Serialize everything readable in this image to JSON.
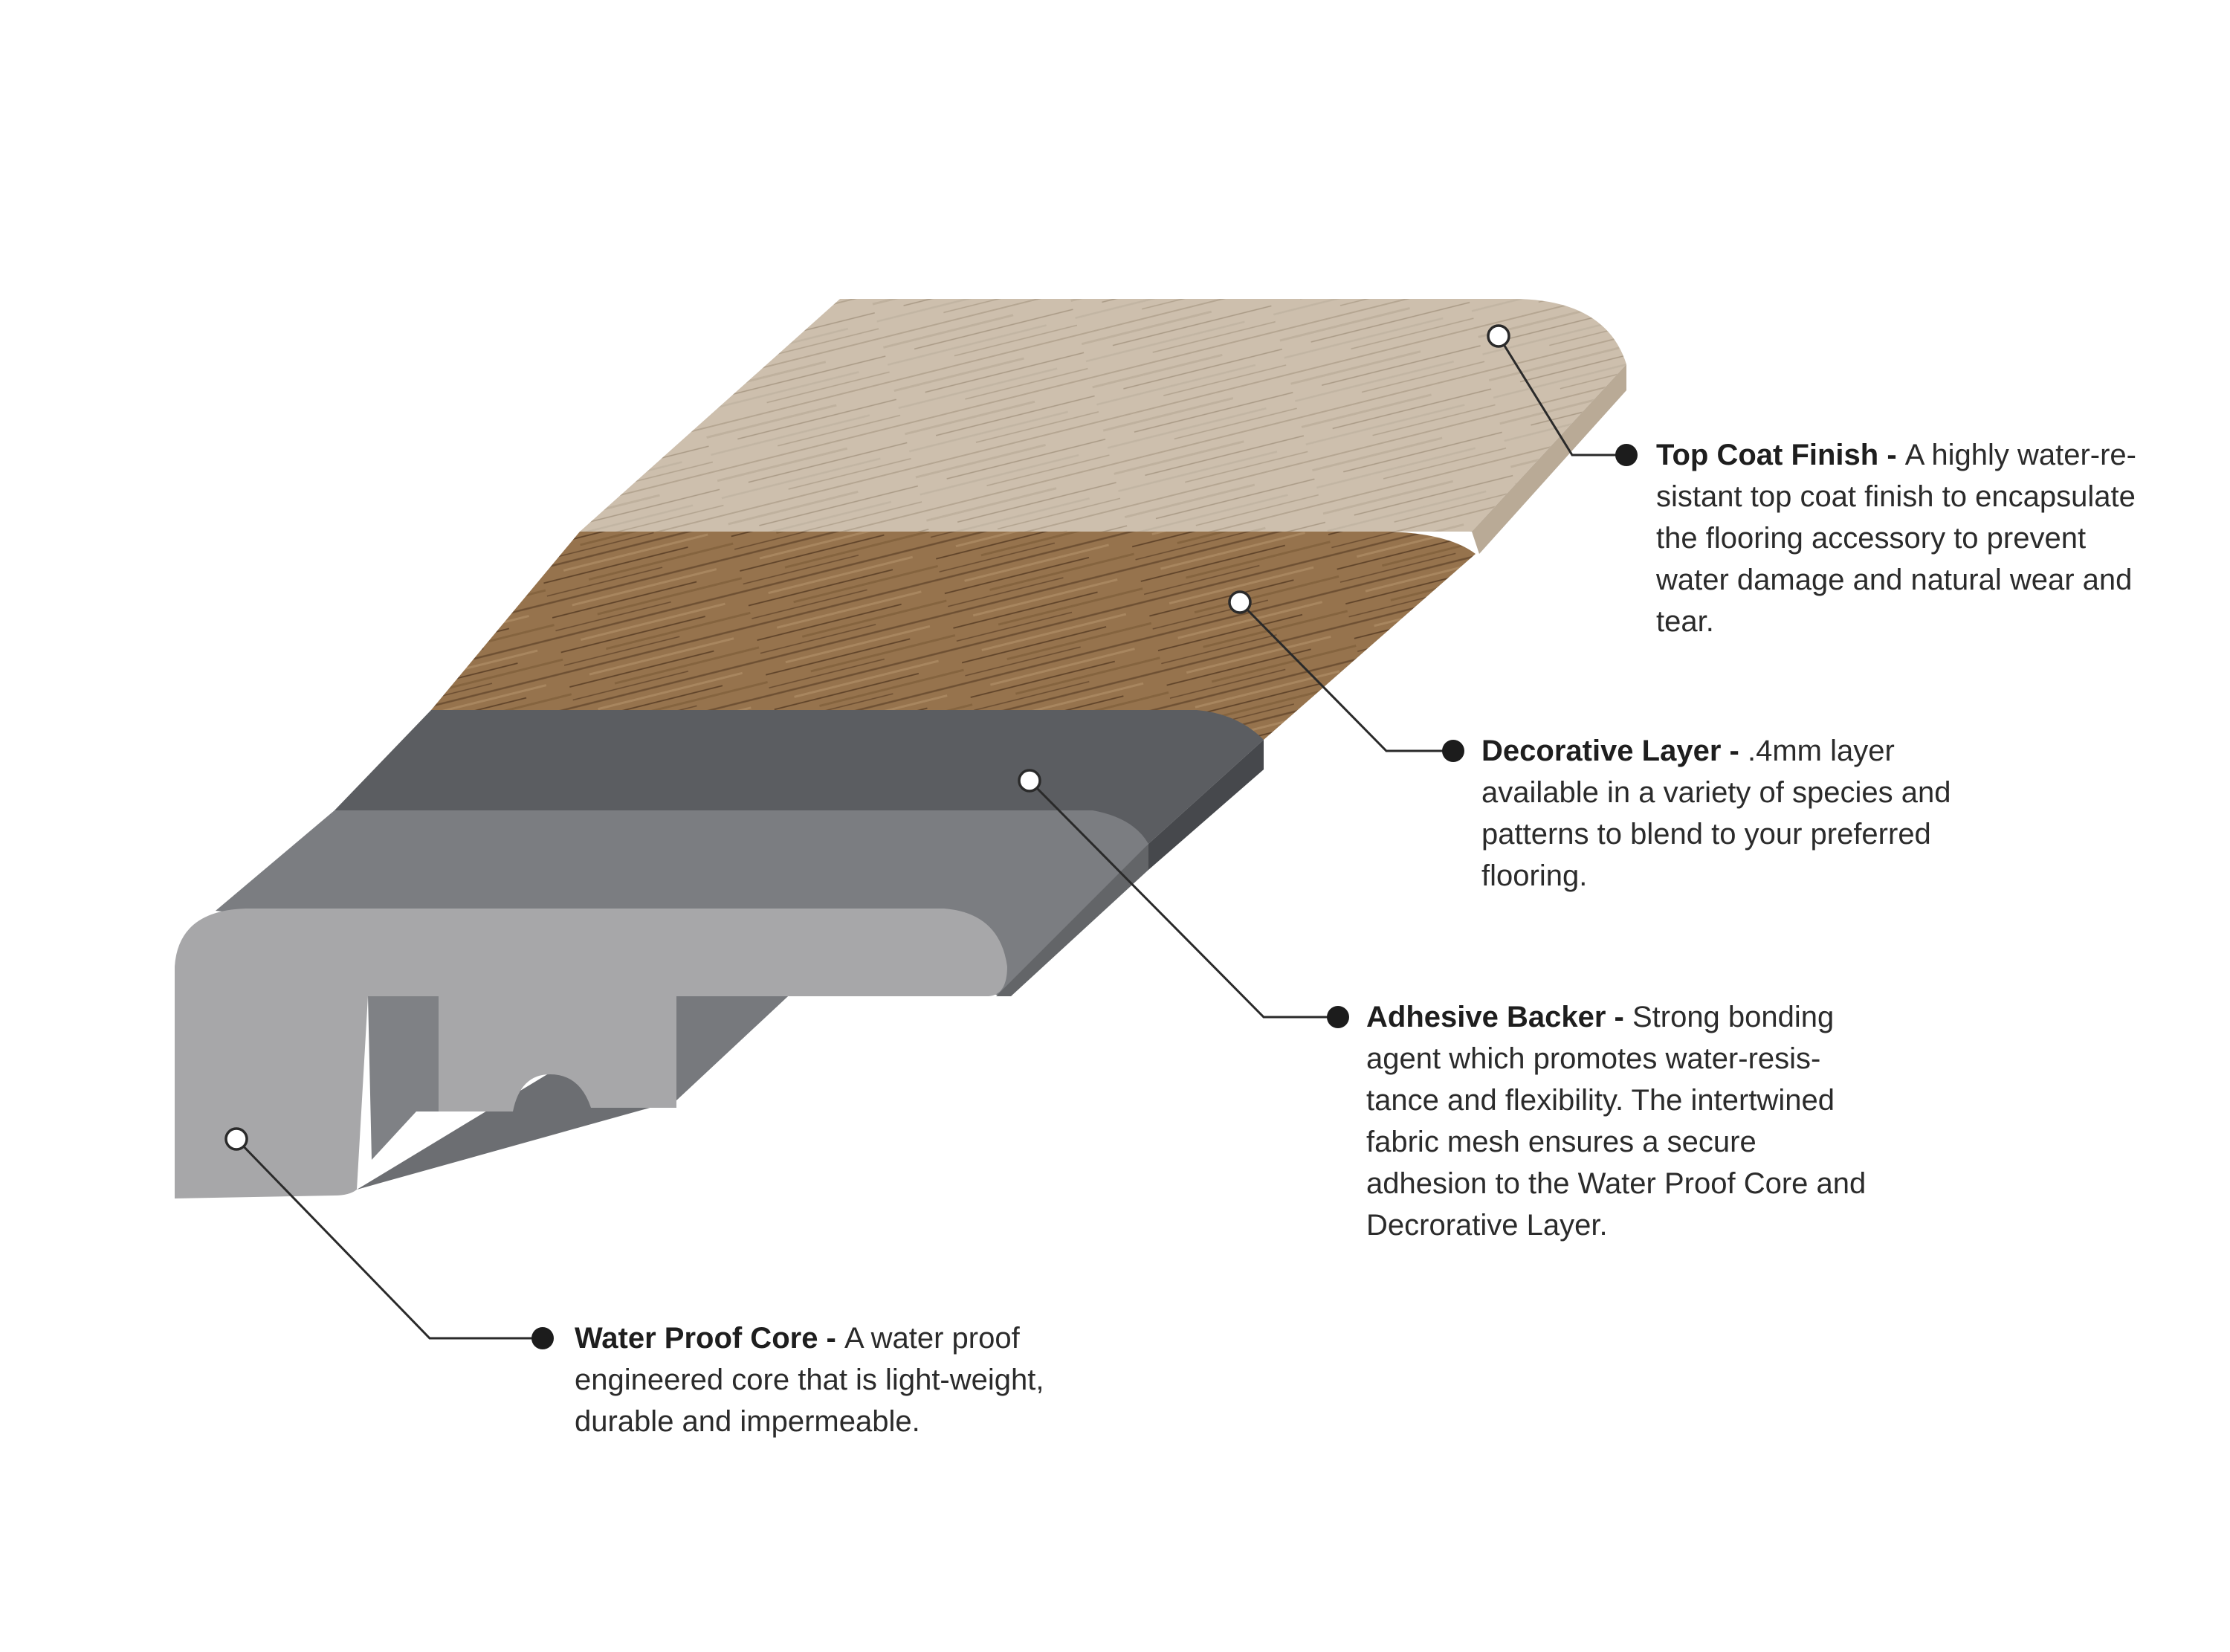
{
  "colors": {
    "top_wood": "#cdbfad",
    "top_wood_edge": "#b9aa96",
    "decor_wood": "#96734d",
    "decor_wood_edge": "#7a5c3d",
    "backer_dark": "#5b5d61",
    "backer_edge": "#46484c",
    "core_mid": "#7b7d81",
    "core_front": "#a7a7a9",
    "core_edge": "#636568",
    "leader": "#2a2a2a",
    "marker_fill": "#ffffff",
    "bullet": "#1c1c1c"
  },
  "callouts": [
    {
      "id": "top-coat",
      "title": "Top Coat Finish - ",
      "lines": [
        "A highly water-re-",
        "sistant top coat finish to encapsulate",
        "the flooring accessory to prevent",
        "water damage and natural wear and",
        "tear."
      ]
    },
    {
      "id": "decorative",
      "title": "Decorative Layer - ",
      "lines": [
        ".4mm layer",
        "available in a variety of species and",
        "patterns to blend to your preferred",
        "flooring."
      ]
    },
    {
      "id": "adhesive",
      "title": "Adhesive Backer - ",
      "lines": [
        "Strong bonding",
        "agent which promotes water-resis-",
        "tance and flexibility. The intertwined",
        "fabric mesh ensures a secure",
        "adhesion to the Water Proof Core and",
        "Decrorative Layer."
      ]
    },
    {
      "id": "core",
      "title": "Water Proof Core - ",
      "lines": [
        "A water proof",
        "engineered core that is light-weight,",
        "durable and impermeable."
      ]
    }
  ]
}
